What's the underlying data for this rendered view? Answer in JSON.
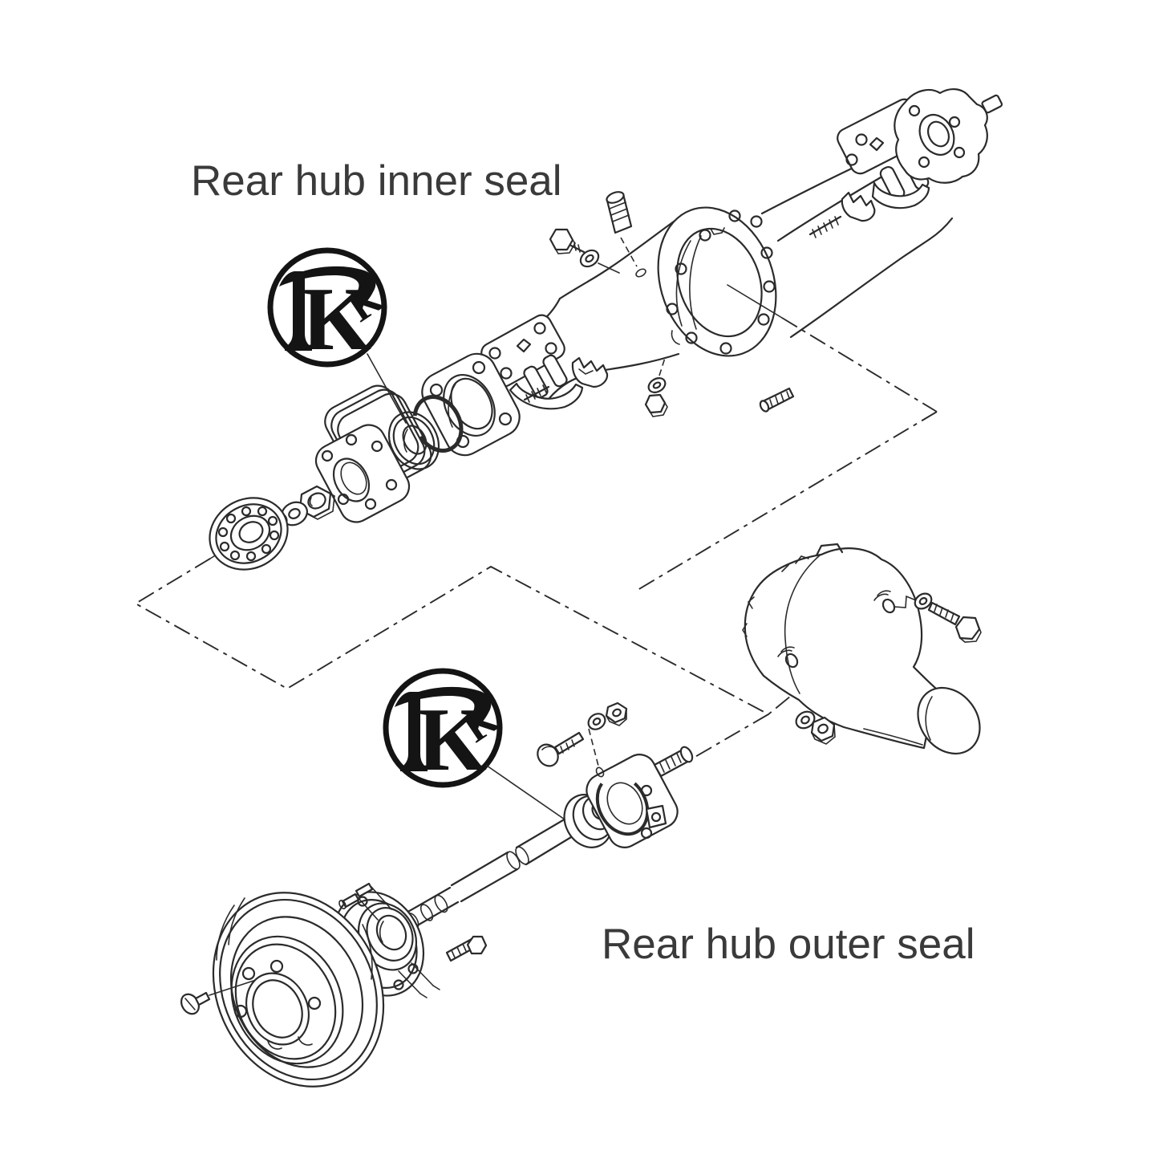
{
  "page": {
    "background": "#ffffff",
    "kind": "exploded-parts-diagram"
  },
  "labels": {
    "inner_seal": "Rear hub inner seal",
    "outer_seal": "Rear hub outer seal"
  },
  "logo": {
    "letters": {
      "t": "T",
      "k_large": "K",
      "k_small": "K"
    }
  },
  "colors": {
    "line": "#2b2b2b",
    "label_text": "#3a3a3a",
    "logo_ink": "#141414",
    "background": "#ffffff"
  }
}
